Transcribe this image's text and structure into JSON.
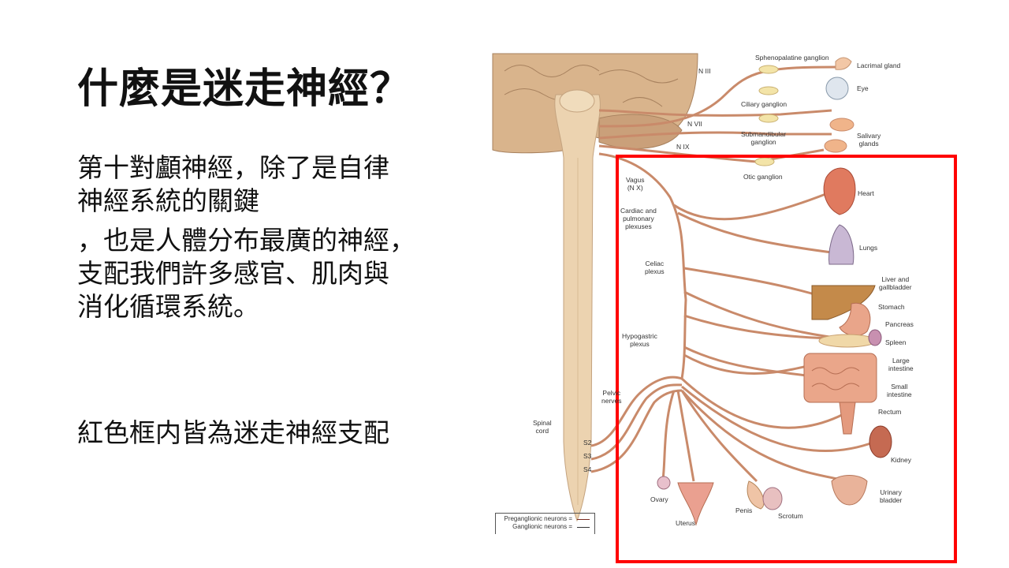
{
  "slide": {
    "title": "什麼是迷走神經？",
    "paragraph1": [
      "第十對顱神經，除了是自律",
      "神經系統的關鍵"
    ],
    "paragraph2": [
      "，也是人體分布最廣的神經，",
      "支配我們許多感官、肌肉與",
      "消化循環系統。"
    ],
    "note": "紅色框内皆為迷走神經支配"
  },
  "figure": {
    "highlight_color": "#ff0000",
    "nerve_color": "#c98a6a",
    "labels": {
      "sphenopalatine": "Sphenopalatine ganglion",
      "lacrimal": "Lacrimal gland",
      "n3": "N III",
      "eye": "Eye",
      "ciliary": "Ciliary ganglion",
      "n7": "N VII",
      "submandibular": [
        "Submandibular",
        "ganglion"
      ],
      "salivary": [
        "Salivary",
        "glands"
      ],
      "n9": "N IX",
      "otic": "Otic ganglion",
      "vagus": [
        "Vagus",
        "(N X)"
      ],
      "heart": "Heart",
      "cardiac": [
        "Cardiac and",
        "pulmonary",
        "plexuses"
      ],
      "lungs": "Lungs",
      "celiac": [
        "Celiac",
        "plexus"
      ],
      "liver": [
        "Liver and",
        "gallbladder"
      ],
      "stomach": "Stomach",
      "pancreas": "Pancreas",
      "spleen": "Spleen",
      "hypogastric": [
        "Hypogastric",
        "plexus"
      ],
      "large_intestine": [
        "Large",
        "intestine"
      ],
      "small_intestine": [
        "Small",
        "intestine"
      ],
      "pelvic": [
        "Pelvic",
        "nerves"
      ],
      "rectum": "Rectum",
      "spinal_cord": [
        "Spinal",
        "cord"
      ],
      "s2": "S2",
      "s3": "S3",
      "s4": "S4",
      "kidney": "Kidney",
      "bladder": [
        "Urinary",
        "bladder"
      ],
      "ovary": "Ovary",
      "penis": "Penis",
      "scrotum": "Scrotum",
      "uterus": "Uterus"
    },
    "legend": {
      "preganglionic": "Preganglionic neurons =",
      "ganglionic": "Ganglionic neurons ="
    }
  }
}
